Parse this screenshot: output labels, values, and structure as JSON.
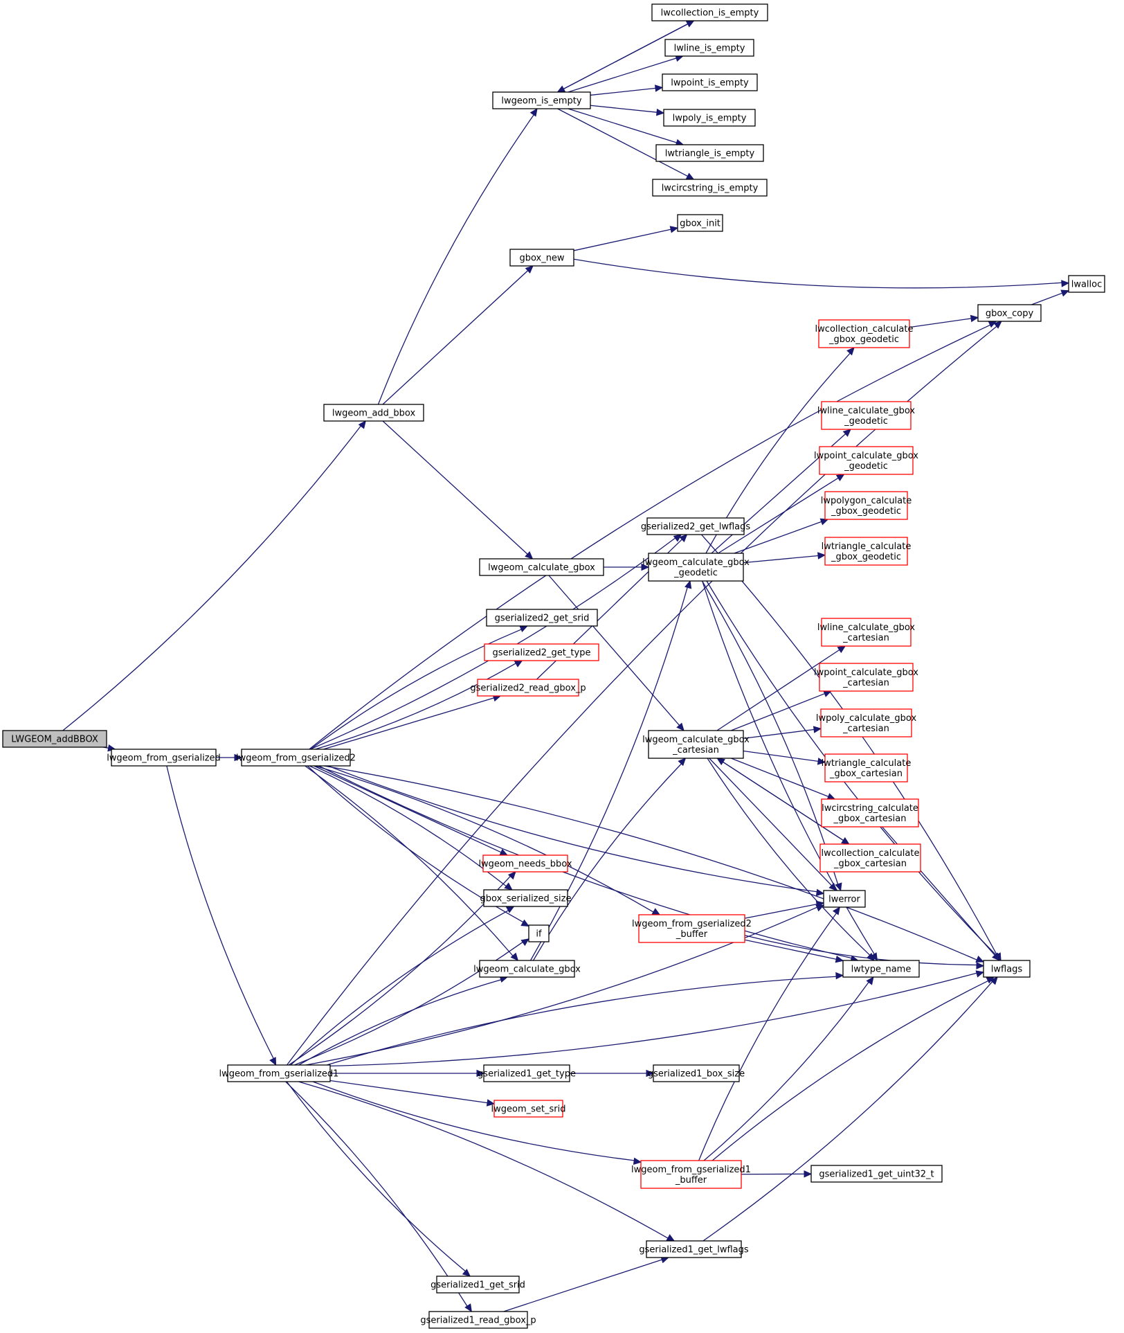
{
  "title": "LWGEOM_addBBOX call graph",
  "colors": {
    "edge": "#191970",
    "node_border": "#000000",
    "external_border": "#ff0000",
    "root_fill": "#bfbfbf"
  },
  "nodes": [
    {
      "id": "LWGEOM_addBBOX",
      "lines": [
        "LWGEOM_addBBOX"
      ],
      "style": "root"
    },
    {
      "id": "lwgeom_from_gserialized",
      "lines": [
        "lwgeom_from_gserialized"
      ],
      "style": "normal"
    },
    {
      "id": "lwgeom_add_bbox",
      "lines": [
        "lwgeom_add_bbox"
      ],
      "style": "normal"
    },
    {
      "id": "lwgeom_from_gserialized2",
      "lines": [
        "lwgeom_from_gserialized2"
      ],
      "style": "normal"
    },
    {
      "id": "lwgeom_from_gserialized1",
      "lines": [
        "lwgeom_from_gserialized1"
      ],
      "style": "normal"
    },
    {
      "id": "lwgeom_is_empty",
      "lines": [
        "lwgeom_is_empty"
      ],
      "style": "normal"
    },
    {
      "id": "lwcollection_is_empty",
      "lines": [
        "lwcollection_is_empty"
      ],
      "style": "normal"
    },
    {
      "id": "lwline_is_empty",
      "lines": [
        "lwline_is_empty"
      ],
      "style": "normal"
    },
    {
      "id": "lwpoint_is_empty",
      "lines": [
        "lwpoint_is_empty"
      ],
      "style": "normal"
    },
    {
      "id": "lwpoly_is_empty",
      "lines": [
        "lwpoly_is_empty"
      ],
      "style": "normal"
    },
    {
      "id": "lwtriangle_is_empty",
      "lines": [
        "lwtriangle_is_empty"
      ],
      "style": "normal"
    },
    {
      "id": "lwcircstring_is_empty",
      "lines": [
        "lwcircstring_is_empty"
      ],
      "style": "normal"
    },
    {
      "id": "gbox_init",
      "lines": [
        "gbox_init"
      ],
      "style": "normal"
    },
    {
      "id": "gbox_new",
      "lines": [
        "gbox_new"
      ],
      "style": "normal"
    },
    {
      "id": "lwalloc",
      "lines": [
        "lwalloc"
      ],
      "style": "normal"
    },
    {
      "id": "gbox_copy",
      "lines": [
        "gbox_copy"
      ],
      "style": "normal"
    },
    {
      "id": "lwcollection_calculate_gbox_geodetic",
      "lines": [
        "lwcollection_calculate",
        "_gbox_geodetic"
      ],
      "style": "red"
    },
    {
      "id": "lwline_calculate_gbox_geodetic",
      "lines": [
        "lwline_calculate_gbox",
        "_geodetic"
      ],
      "style": "red"
    },
    {
      "id": "lwpoint_calculate_gbox_geodetic",
      "lines": [
        "lwpoint_calculate_gbox",
        "_geodetic"
      ],
      "style": "red"
    },
    {
      "id": "lwpolygon_calculate_gbox_geodetic",
      "lines": [
        "lwpolygon_calculate",
        "_gbox_geodetic"
      ],
      "style": "red"
    },
    {
      "id": "lwtriangle_calculate_gbox_geodetic",
      "lines": [
        "lwtriangle_calculate",
        "_gbox_geodetic"
      ],
      "style": "red"
    },
    {
      "id": "gserialized2_get_lwflags",
      "lines": [
        "gserialized2_get_lwflags"
      ],
      "style": "normal"
    },
    {
      "id": "lwgeom_calculate_gbox_a",
      "lines": [
        "lwgeom_calculate_gbox"
      ],
      "style": "normal"
    },
    {
      "id": "lwgeom_calculate_gbox_geodetic",
      "lines": [
        "lwgeom_calculate_gbox",
        "_geodetic"
      ],
      "style": "normal"
    },
    {
      "id": "gserialized2_get_srid",
      "lines": [
        "gserialized2_get_srid"
      ],
      "style": "normal"
    },
    {
      "id": "gserialized2_get_type",
      "lines": [
        "gserialized2_get_type"
      ],
      "style": "red"
    },
    {
      "id": "gserialized2_read_gbox_p",
      "lines": [
        "gserialized2_read_gbox_p"
      ],
      "style": "red"
    },
    {
      "id": "lwline_calculate_gbox_cartesian",
      "lines": [
        "lwline_calculate_gbox",
        "_cartesian"
      ],
      "style": "red"
    },
    {
      "id": "lwpoint_calculate_gbox_cartesian",
      "lines": [
        "lwpoint_calculate_gbox",
        "_cartesian"
      ],
      "style": "red"
    },
    {
      "id": "lwpoly_calculate_gbox_cartesian",
      "lines": [
        "lwpoly_calculate_gbox",
        "_cartesian"
      ],
      "style": "red"
    },
    {
      "id": "lwgeom_calculate_gbox_cartesian",
      "lines": [
        "lwgeom_calculate_gbox",
        "_cartesian"
      ],
      "style": "normal"
    },
    {
      "id": "lwtriangle_calculate_gbox_cartesian",
      "lines": [
        "lwtriangle_calculate",
        "_gbox_cartesian"
      ],
      "style": "red"
    },
    {
      "id": "lwcircstring_calculate_gbox_cartesian",
      "lines": [
        "lwcircstring_calculate",
        "_gbox_cartesian"
      ],
      "style": "red"
    },
    {
      "id": "lwcollection_calculate_gbox_cartesian",
      "lines": [
        "lwcollection_calculate",
        "_gbox_cartesian"
      ],
      "style": "red"
    },
    {
      "id": "lwgeom_needs_bbox",
      "lines": [
        "lwgeom_needs_bbox"
      ],
      "style": "red"
    },
    {
      "id": "gbox_serialized_size",
      "lines": [
        "gbox_serialized_size"
      ],
      "style": "normal"
    },
    {
      "id": "if",
      "lines": [
        "if"
      ],
      "style": "normal"
    },
    {
      "id": "lwgeom_calculate_gbox_b",
      "lines": [
        "lwgeom_calculate_gbox"
      ],
      "style": "normal"
    },
    {
      "id": "lwerror",
      "lines": [
        "lwerror"
      ],
      "style": "normal"
    },
    {
      "id": "lwgeom_from_gserialized2_buffer",
      "lines": [
        "lwgeom_from_gserialized2",
        "_buffer"
      ],
      "style": "red"
    },
    {
      "id": "lwtype_name",
      "lines": [
        "lwtype_name"
      ],
      "style": "normal"
    },
    {
      "id": "lwflags",
      "lines": [
        "lwflags"
      ],
      "style": "normal"
    },
    {
      "id": "gserialized1_get_type",
      "lines": [
        "gserialized1_get_type"
      ],
      "style": "normal"
    },
    {
      "id": "gserialized1_box_size",
      "lines": [
        "gserialized1_box_size"
      ],
      "style": "normal"
    },
    {
      "id": "lwgeom_set_srid",
      "lines": [
        "lwgeom_set_srid"
      ],
      "style": "red"
    },
    {
      "id": "lwgeom_from_gserialized1_buffer",
      "lines": [
        "lwgeom_from_gserialized1",
        "_buffer"
      ],
      "style": "red"
    },
    {
      "id": "gserialized1_get_uint32_t",
      "lines": [
        "gserialized1_get_uint32_t"
      ],
      "style": "normal"
    },
    {
      "id": "gserialized1_get_lwflags",
      "lines": [
        "gserialized1_get_lwflags"
      ],
      "style": "normal"
    },
    {
      "id": "gserialized1_get_srid",
      "lines": [
        "gserialized1_get_srid"
      ],
      "style": "normal"
    },
    {
      "id": "gserialized1_read_gbox_p",
      "lines": [
        "gserialized1_read_gbox_p"
      ],
      "style": "normal"
    }
  ],
  "edges": [
    [
      "LWGEOM_addBBOX",
      "lwgeom_from_gserialized"
    ],
    [
      "LWGEOM_addBBOX",
      "lwgeom_add_bbox"
    ],
    [
      "lwgeom_from_gserialized",
      "lwgeom_from_gserialized2"
    ],
    [
      "lwgeom_from_gserialized",
      "lwgeom_from_gserialized1"
    ],
    [
      "lwgeom_add_bbox",
      "lwgeom_is_empty"
    ],
    [
      "lwgeom_add_bbox",
      "gbox_new"
    ],
    [
      "lwgeom_add_bbox",
      "lwgeom_calculate_gbox_a"
    ],
    [
      "lwgeom_is_empty",
      "lwcollection_is_empty"
    ],
    [
      "lwcollection_is_empty",
      "lwgeom_is_empty"
    ],
    [
      "lwgeom_is_empty",
      "lwline_is_empty"
    ],
    [
      "lwgeom_is_empty",
      "lwpoint_is_empty"
    ],
    [
      "lwgeom_is_empty",
      "lwpoly_is_empty"
    ],
    [
      "lwgeom_is_empty",
      "lwtriangle_is_empty"
    ],
    [
      "lwgeom_is_empty",
      "lwcircstring_is_empty"
    ],
    [
      "gbox_new",
      "gbox_init"
    ],
    [
      "gbox_new",
      "lwalloc"
    ],
    [
      "gbox_copy",
      "lwalloc"
    ],
    [
      "lwcollection_calculate_gbox_geodetic",
      "gbox_copy"
    ],
    [
      "lwgeom_calculate_gbox_a",
      "lwgeom_calculate_gbox_geodetic"
    ],
    [
      "lwgeom_calculate_gbox_a",
      "lwgeom_calculate_gbox_cartesian"
    ],
    [
      "lwgeom_calculate_gbox_geodetic",
      "lwcollection_calculate_gbox_geodetic"
    ],
    [
      "lwgeom_calculate_gbox_geodetic",
      "lwline_calculate_gbox_geodetic"
    ],
    [
      "lwgeom_calculate_gbox_geodetic",
      "lwpoint_calculate_gbox_geodetic"
    ],
    [
      "lwgeom_calculate_gbox_geodetic",
      "lwpolygon_calculate_gbox_geodetic"
    ],
    [
      "lwgeom_calculate_gbox_geodetic",
      "lwtriangle_calculate_gbox_geodetic"
    ],
    [
      "lwgeom_calculate_gbox_geodetic",
      "lwflags"
    ],
    [
      "lwgeom_calculate_gbox_geodetic",
      "lwerror"
    ],
    [
      "lwgeom_calculate_gbox_geodetic",
      "lwtype_name"
    ],
    [
      "gserialized2_get_lwflags",
      "lwflags"
    ],
    [
      "gserialized2_read_gbox_p",
      "gserialized2_get_lwflags"
    ],
    [
      "lwgeom_calculate_gbox_cartesian",
      "lwline_calculate_gbox_cartesian"
    ],
    [
      "lwgeom_calculate_gbox_cartesian",
      "lwpoint_calculate_gbox_cartesian"
    ],
    [
      "lwgeom_calculate_gbox_cartesian",
      "lwpoly_calculate_gbox_cartesian"
    ],
    [
      "lwgeom_calculate_gbox_cartesian",
      "lwtriangle_calculate_gbox_cartesian"
    ],
    [
      "lwgeom_calculate_gbox_cartesian",
      "lwcircstring_calculate_gbox_cartesian"
    ],
    [
      "lwgeom_calculate_gbox_cartesian",
      "lwcollection_calculate_gbox_cartesian"
    ],
    [
      "lwgeom_calculate_gbox_cartesian",
      "lwerror"
    ],
    [
      "lwgeom_calculate_gbox_cartesian",
      "lwtype_name"
    ],
    [
      "lwcollection_calculate_gbox_cartesian",
      "lwgeom_calculate_gbox_cartesian"
    ],
    [
      "lwcircstring_calculate_gbox_cartesian",
      "lwflags"
    ],
    [
      "lwgeom_from_gserialized2",
      "gbox_copy"
    ],
    [
      "lwgeom_from_gserialized2",
      "gserialized2_get_lwflags"
    ],
    [
      "lwgeom_from_gserialized2",
      "gserialized2_get_srid"
    ],
    [
      "lwgeom_from_gserialized2",
      "gserialized2_get_type"
    ],
    [
      "lwgeom_from_gserialized2",
      "gserialized2_read_gbox_p"
    ],
    [
      "lwgeom_from_gserialized2",
      "lwerror"
    ],
    [
      "lwgeom_from_gserialized2",
      "lwgeom_from_gserialized2_buffer"
    ],
    [
      "lwgeom_from_gserialized2",
      "lwgeom_needs_bbox"
    ],
    [
      "lwgeom_from_gserialized2",
      "gbox_serialized_size"
    ],
    [
      "lwgeom_from_gserialized2",
      "if"
    ],
    [
      "lwgeom_from_gserialized2",
      "lwgeom_calculate_gbox_b"
    ],
    [
      "lwgeom_from_gserialized2",
      "lwtype_name"
    ],
    [
      "lwgeom_from_gserialized2",
      "lwflags"
    ],
    [
      "lwgeom_calculate_gbox_b",
      "lwgeom_calculate_gbox_geodetic"
    ],
    [
      "lwgeom_calculate_gbox_b",
      "lwgeom_calculate_gbox_cartesian"
    ],
    [
      "lwgeom_from_gserialized2_buffer",
      "lwerror"
    ],
    [
      "lwgeom_from_gserialized2_buffer",
      "lwtype_name"
    ],
    [
      "lwgeom_from_gserialized2_buffer",
      "lwflags"
    ],
    [
      "lwgeom_from_gserialized1",
      "gserialized1_get_type"
    ],
    [
      "gserialized1_get_type",
      "gserialized1_box_size"
    ],
    [
      "lwgeom_from_gserialized1",
      "lwgeom_set_srid"
    ],
    [
      "lwgeom_from_gserialized1",
      "lwgeom_needs_bbox"
    ],
    [
      "lwgeom_from_gserialized1",
      "gbox_serialized_size"
    ],
    [
      "lwgeom_from_gserialized1",
      "if"
    ],
    [
      "lwgeom_from_gserialized1",
      "lwgeom_calculate_gbox_b"
    ],
    [
      "lwgeom_from_gserialized1",
      "lwerror"
    ],
    [
      "lwgeom_from_gserialized1",
      "gbox_copy"
    ],
    [
      "lwgeom_from_gserialized1",
      "lwflags"
    ],
    [
      "lwgeom_from_gserialized1",
      "lwtype_name"
    ],
    [
      "lwgeom_from_gserialized1",
      "lwgeom_from_gserialized1_buffer"
    ],
    [
      "lwgeom_from_gserialized1",
      "gserialized1_get_lwflags"
    ],
    [
      "lwgeom_from_gserialized1",
      "gserialized1_get_srid"
    ],
    [
      "lwgeom_from_gserialized1",
      "gserialized1_read_gbox_p"
    ],
    [
      "lwgeom_from_gserialized1_buffer",
      "gserialized1_get_uint32_t"
    ],
    [
      "lwgeom_from_gserialized1_buffer",
      "lwerror"
    ],
    [
      "lwgeom_from_gserialized1_buffer",
      "lwtype_name"
    ],
    [
      "lwgeom_from_gserialized1_buffer",
      "lwflags"
    ],
    [
      "gserialized1_get_lwflags",
      "lwflags"
    ],
    [
      "gserialized1_read_gbox_p",
      "gserialized1_get_lwflags"
    ]
  ]
}
